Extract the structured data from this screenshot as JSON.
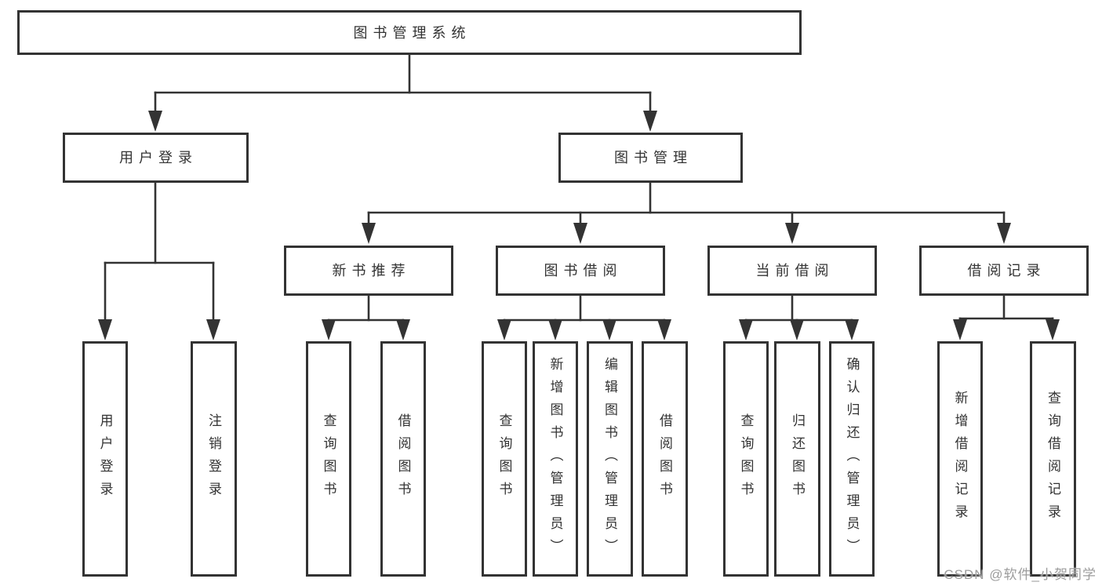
{
  "tree": {
    "root": {
      "label": "图书管理系统",
      "children": [
        {
          "label": "用户登录",
          "children": [
            {
              "label": "用户登录"
            },
            {
              "label": "注销登录"
            }
          ]
        },
        {
          "label": "图书管理",
          "children": [
            {
              "label": "新书推荐",
              "children": [
                {
                  "label": "查询图书"
                },
                {
                  "label": "借阅图书"
                }
              ]
            },
            {
              "label": "图书借阅",
              "children": [
                {
                  "label": "查询图书"
                },
                {
                  "label": "新增图书（管理员）"
                },
                {
                  "label": "编辑图书（管理员）"
                },
                {
                  "label": "借阅图书"
                }
              ]
            },
            {
              "label": "当前借阅",
              "children": [
                {
                  "label": "查询图书"
                },
                {
                  "label": "归还图书"
                },
                {
                  "label": "确认归还（管理员）"
                }
              ]
            },
            {
              "label": "借阅记录",
              "children": [
                {
                  "label": "新增借阅记录"
                },
                {
                  "label": "查询借阅记录"
                }
              ]
            }
          ]
        }
      ]
    }
  },
  "watermark": "CSDN @软件_小贺同学",
  "colors": {
    "line": "#333333",
    "box_border": "#333333",
    "text": "#333333",
    "watermark": "#9c9c9c",
    "background": "#ffffff"
  }
}
